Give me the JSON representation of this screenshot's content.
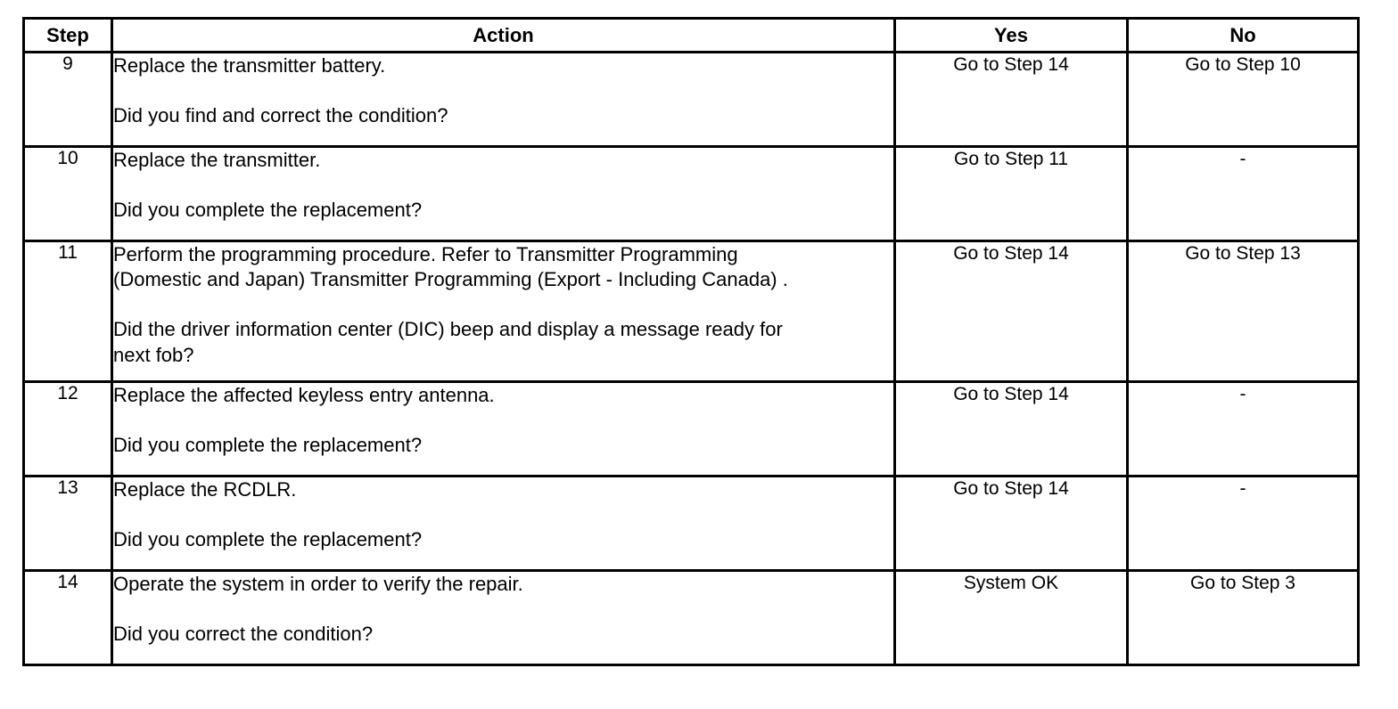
{
  "table": {
    "columns": [
      {
        "key": "step",
        "label": "Step"
      },
      {
        "key": "action",
        "label": "Action"
      },
      {
        "key": "yes",
        "label": "Yes"
      },
      {
        "key": "no",
        "label": "No"
      }
    ],
    "rows": [
      {
        "step": "9",
        "action_lines": [
          "Replace the transmitter battery.",
          "",
          "Did you find and correct the condition?"
        ],
        "action": "Replace the transmitter battery.\n\nDid you find and correct the condition?",
        "yes": "Go to Step 14",
        "no": "Go to Step 10"
      },
      {
        "step": "10",
        "action_lines": [
          "Replace the transmitter.",
          "",
          "Did you complete the replacement?"
        ],
        "action": "Replace the transmitter.\n\nDid you complete the replacement?",
        "yes": "Go to Step 11",
        "no": "-"
      },
      {
        "step": "11",
        "action_lines": [
          "Perform the programming procedure. Refer to Transmitter Programming",
          "(Domestic and Japan) Transmitter Programming (Export - Including Canada) .",
          "",
          "Did the driver information center (DIC) beep and display a message ready for",
          "next fob?"
        ],
        "action": "Perform the programming procedure. Refer to Transmitter Programming\n(Domestic and Japan) Transmitter Programming (Export - Including Canada) .\n\nDid the driver information center (DIC) beep and display a message ready for\nnext fob?",
        "yes": "Go to Step 14",
        "no": "Go to Step 13"
      },
      {
        "step": "12",
        "action_lines": [
          "Replace the affected keyless entry antenna.",
          "",
          "Did you complete the replacement?"
        ],
        "action": "Replace the affected keyless entry antenna.\n\nDid you complete the replacement?",
        "yes": "Go to Step 14",
        "no": "-"
      },
      {
        "step": "13",
        "action_lines": [
          "Replace the RCDLR.",
          "",
          "Did you complete the replacement?"
        ],
        "action": "Replace the RCDLR.\n\nDid you complete the replacement?",
        "yes": "Go to Step 14",
        "no": "-"
      },
      {
        "step": "14",
        "action_lines": [
          "Operate the system in order to verify the repair.",
          "",
          "Did you correct the condition?"
        ],
        "action": "Operate the system in order to verify the repair.\n\nDid you correct the condition?",
        "yes": "System OK",
        "no": "Go to Step 3"
      }
    ]
  },
  "colors": {
    "border": "#000000",
    "text": "#000000",
    "background": "#ffffff"
  }
}
